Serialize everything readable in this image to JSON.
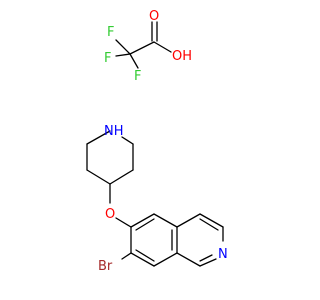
{
  "molecule": {
    "atoms": {
      "f1": {
        "label": "F",
        "color": "#33cc33"
      },
      "f2": {
        "label": "F",
        "color": "#33cc33"
      },
      "f3": {
        "label": "F",
        "color": "#33cc33"
      },
      "o_carbonyl": {
        "label": "O",
        "color": "#ff0000"
      },
      "oh": {
        "label": "OH",
        "color": "#ff0000"
      },
      "nh": {
        "label": "NH",
        "color": "#0000ff"
      },
      "o_ether": {
        "label": "O",
        "color": "#ff0000"
      },
      "br": {
        "label": "Br",
        "color": "#a52a2a"
      },
      "n_ring": {
        "label": "N",
        "color": "#0000ff"
      }
    },
    "colors": {
      "bond": "#000000",
      "background": "#ffffff"
    }
  }
}
